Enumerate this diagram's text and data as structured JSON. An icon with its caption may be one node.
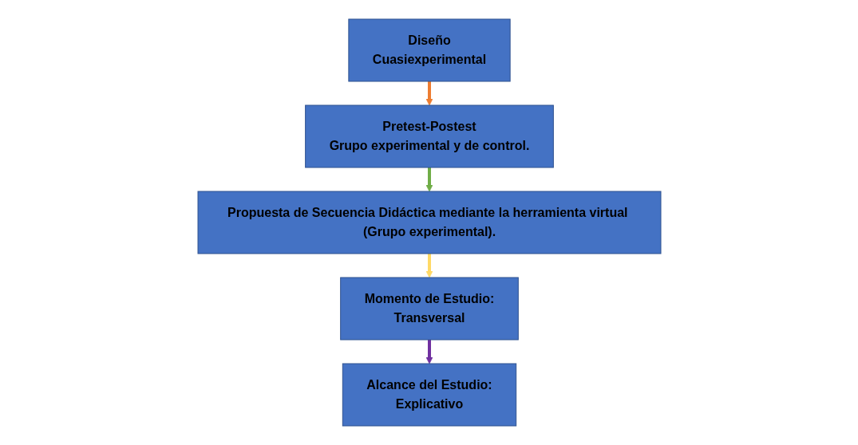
{
  "diagram": {
    "nodes": [
      {
        "text": [
          "Diseño",
          "Cuasiexperimental"
        ]
      },
      {
        "text": [
          "Pretest-Postest",
          "Grupo experimental y de control."
        ]
      },
      {
        "text": [
          "Propuesta de Secuencia Didáctica mediante la herramienta virtual (Grupo experimental)."
        ]
      },
      {
        "text": [
          "Momento de Estudio:",
          "Transversal"
        ]
      },
      {
        "text": [
          "Alcance del Estudio:",
          "Explicativo"
        ]
      }
    ],
    "edges": [
      {
        "from": 0,
        "to": 1,
        "arrow": "to",
        "color": "#ed7d31"
      },
      {
        "from": 1,
        "to": 2,
        "arrow": "to",
        "color": "#70ad47"
      },
      {
        "from": 2,
        "to": 3,
        "arrow": "to",
        "color": "#ffd966"
      },
      {
        "from": 3,
        "to": 4,
        "arrow": "to",
        "color": "#7030a0"
      }
    ]
  }
}
